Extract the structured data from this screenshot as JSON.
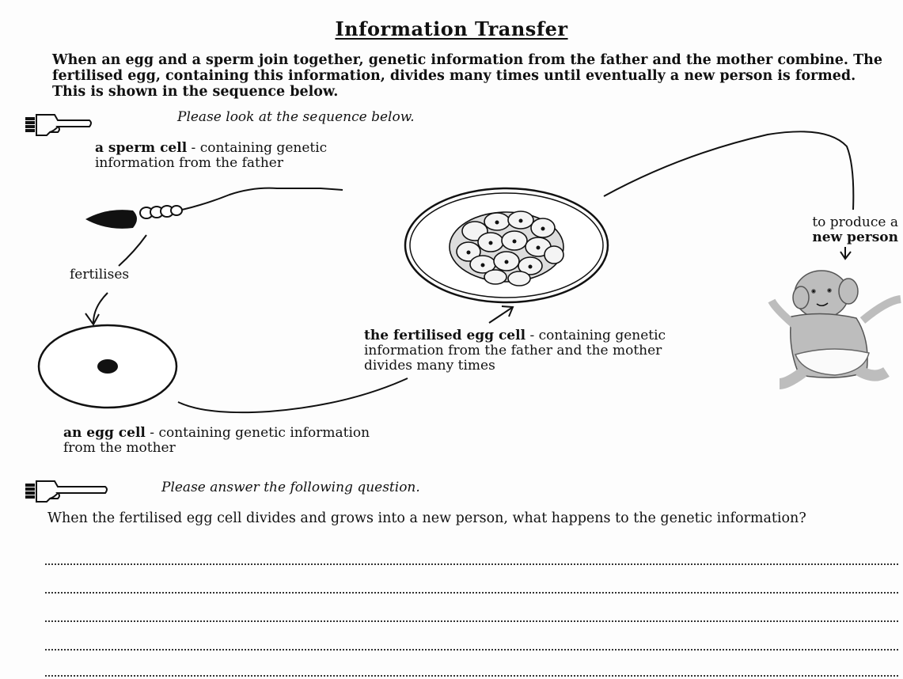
{
  "title": "Information Transfer",
  "intro": "When an egg and a sperm join together, genetic information from the father and the mother combine. The fertilised egg, containing this information, divides many times until eventually a new person is formed. This is shown in the sequence below.",
  "instruction_1": "Please look at the sequence below.",
  "sperm": {
    "name": "a sperm cell",
    "rest": " - containing genetic information from the father"
  },
  "fertilises": "fertilises",
  "egg": {
    "name": "an egg  cell",
    "rest": "  - containing genetic information from the mother"
  },
  "fertilised_egg": {
    "name": "the fertilised egg cell",
    "rest": " - containing genetic information from the father and the mother divides many times"
  },
  "new_person": {
    "line1": "to produce a",
    "line2": "new person"
  },
  "instruction_2": "Please answer the following question.",
  "question": "When the fertilised egg cell divides and grows into a new person, what happens to the genetic information?",
  "icons": [
    "pointing-hand-icon",
    "pointing-hand-icon"
  ]
}
